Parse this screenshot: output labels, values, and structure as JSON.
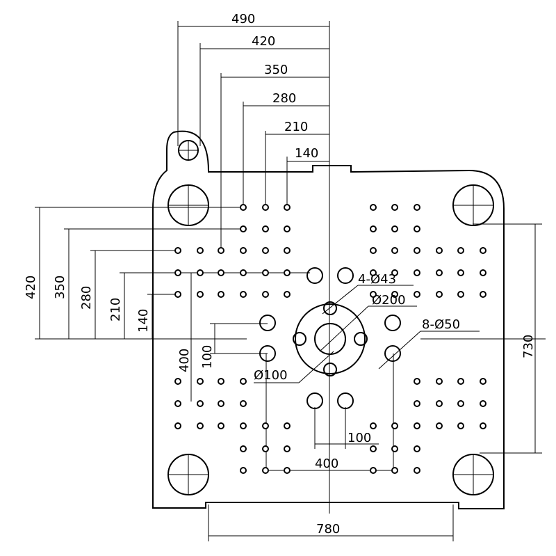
{
  "dims": {
    "top": [
      "490",
      "420",
      "350",
      "280",
      "210",
      "140"
    ],
    "left": [
      "420",
      "350",
      "280",
      "210",
      "140"
    ],
    "right": "730",
    "bottom": "780",
    "inner": [
      "400",
      "100",
      "100",
      "400"
    ]
  },
  "labels": {
    "holes43": "4-Ø43",
    "ring200": "Ø200",
    "holes50": "8-Ø50",
    "center100": "Ø100"
  }
}
